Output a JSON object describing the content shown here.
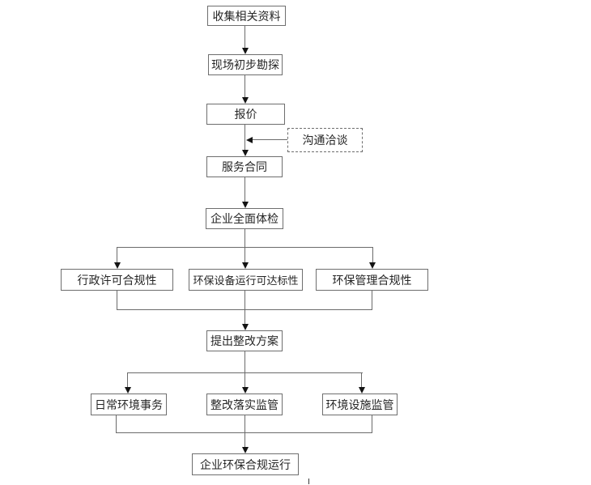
{
  "diagram": {
    "type": "flowchart",
    "language": "zh-CN",
    "colors": {
      "background": "#ffffff",
      "box_border": "#6e6e6e",
      "connector_line": "#6b6b6b",
      "arrowhead": "#141414",
      "text": "#262626"
    }
  },
  "flowchart": {
    "nodes": [
      {
        "id": "collect_info",
        "label": "收集相关资料",
        "border": "solid"
      },
      {
        "id": "site_survey",
        "label": "现场初步勘探",
        "border": "solid"
      },
      {
        "id": "quotation",
        "label": "报价",
        "border": "solid"
      },
      {
        "id": "negotiation",
        "label": "沟通洽谈",
        "border": "dashed"
      },
      {
        "id": "service_contract",
        "label": "服务合同",
        "border": "solid"
      },
      {
        "id": "full_checkup",
        "label": "企业全面体检",
        "border": "solid"
      },
      {
        "id": "admin_permit_compliance",
        "label": "行政许可合规性",
        "border": "solid"
      },
      {
        "id": "equipment_standards",
        "label": "环保设备运行可达标性",
        "border": "solid"
      },
      {
        "id": "mgmt_compliance",
        "label": "环保管理合规性",
        "border": "solid"
      },
      {
        "id": "rectification_plan",
        "label": "提出整改方案",
        "border": "solid"
      },
      {
        "id": "daily_affairs",
        "label": "日常环境事务",
        "border": "solid"
      },
      {
        "id": "rectification_supervision",
        "label": "整改落实监管",
        "border": "solid"
      },
      {
        "id": "facility_supervision",
        "label": "环境设施监管",
        "border": "solid"
      },
      {
        "id": "compliant_operation",
        "label": "企业环保合规运行",
        "border": "solid"
      }
    ],
    "edges": [
      {
        "from": "collect_info",
        "to": "site_survey"
      },
      {
        "from": "site_survey",
        "to": "quotation"
      },
      {
        "from": "quotation",
        "to": "service_contract"
      },
      {
        "from": "negotiation",
        "to": "service_contract",
        "note": "dashed side box feeding the quotation→contract arrow"
      },
      {
        "from": "service_contract",
        "to": "full_checkup"
      },
      {
        "from": "full_checkup",
        "to": "admin_permit_compliance"
      },
      {
        "from": "full_checkup",
        "to": "equipment_standards"
      },
      {
        "from": "full_checkup",
        "to": "mgmt_compliance"
      },
      {
        "from": "admin_permit_compliance",
        "to": "rectification_plan"
      },
      {
        "from": "equipment_standards",
        "to": "rectification_plan"
      },
      {
        "from": "mgmt_compliance",
        "to": "rectification_plan"
      },
      {
        "from": "rectification_plan",
        "to": "daily_affairs"
      },
      {
        "from": "rectification_plan",
        "to": "rectification_supervision"
      },
      {
        "from": "rectification_plan",
        "to": "facility_supervision"
      },
      {
        "from": "daily_affairs",
        "to": "compliant_operation"
      },
      {
        "from": "rectification_supervision",
        "to": "compliant_operation"
      },
      {
        "from": "facility_supervision",
        "to": "compliant_operation"
      }
    ]
  }
}
